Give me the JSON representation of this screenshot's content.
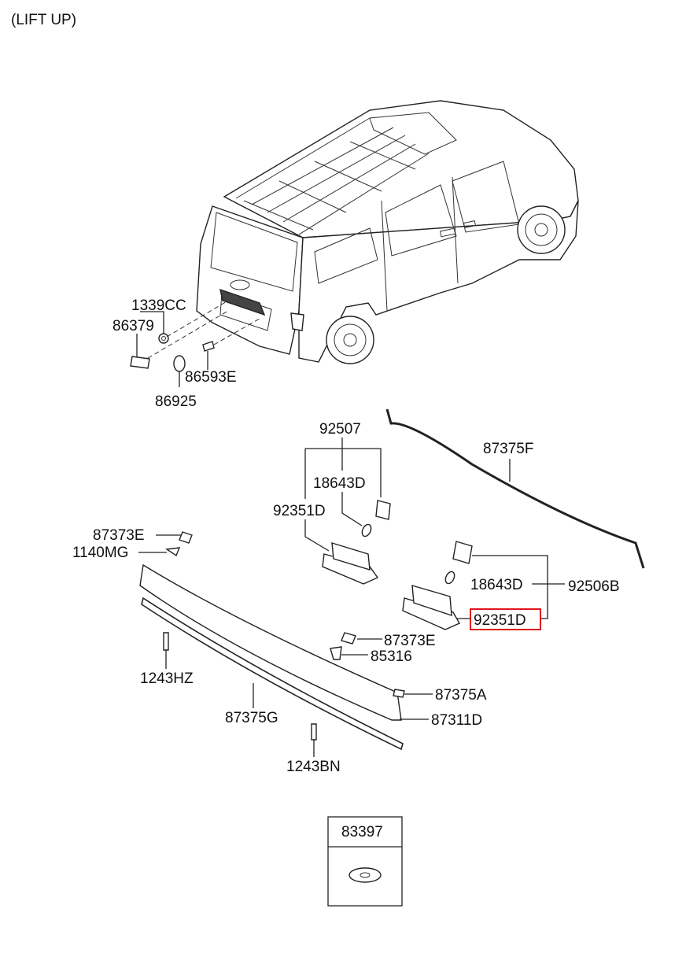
{
  "title": "(LIFT UP)",
  "labels": {
    "p1339CC": "1339CC",
    "p86379": "86379",
    "p86593E": "86593E",
    "p86925": "86925",
    "p92507": "92507",
    "p18643D_a": "18643D",
    "p92351D_a": "92351D",
    "p87375F": "87375F",
    "p87373E_a": "87373E",
    "p1140MG": "1140MG",
    "p18643D_b": "18643D",
    "p92506B": "92506B",
    "p92351D_b": "92351D",
    "p87373E_b": "87373E",
    "p85316": "85316",
    "p1243HZ": "1243HZ",
    "p87375A": "87375A",
    "p87375G": "87375G",
    "p87311D": "87311D",
    "p1243BN": "1243BN",
    "p83397": "83397"
  },
  "highlight_color": "#e0141b"
}
